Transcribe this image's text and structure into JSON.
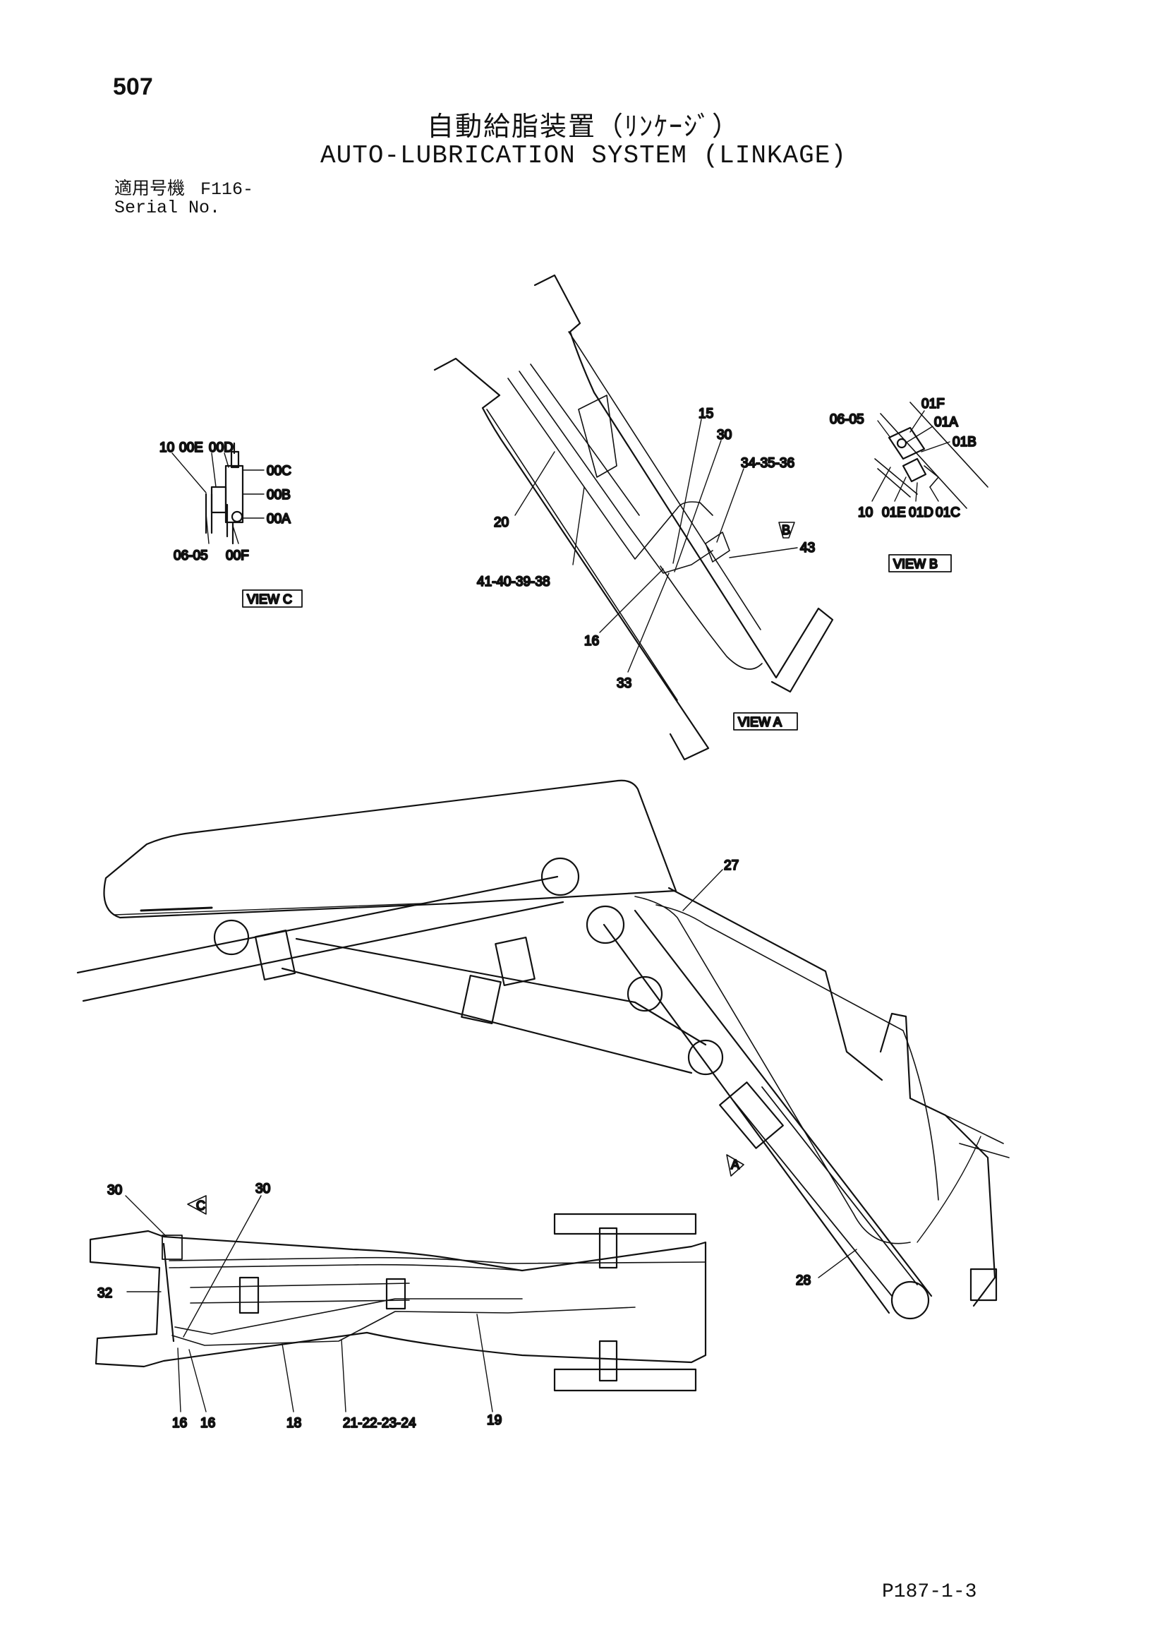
{
  "page_number": "507",
  "title_jp": "自動給脂装置（ﾘﾝｹｰｼﾞ）",
  "title_en": "AUTO-LUBRICATION SYSTEM (LINKAGE)",
  "serial": {
    "label_jp": "適用号機",
    "value": "F116-",
    "label_en": "Serial No."
  },
  "footer_code": "P187-1-3",
  "view_labels": {
    "view_a": "VIEW A",
    "view_b": "VIEW B",
    "view_c": "VIEW C",
    "marker_a": "A",
    "marker_b": "B",
    "marker_c": "C"
  },
  "callouts": {
    "view_c": [
      "10",
      "00E",
      "00D",
      "00C",
      "00B",
      "00A",
      "06-05",
      "00F"
    ],
    "view_a": [
      "15",
      "30",
      "34-35-36",
      "20",
      "41-40-39-38",
      "43",
      "16",
      "33"
    ],
    "view_b": [
      "06-05",
      "01F",
      "01A",
      "01B",
      "10",
      "01E",
      "01D",
      "01C"
    ],
    "side": [
      "27",
      "28"
    ],
    "plan": [
      "30",
      "30",
      "32",
      "16",
      "16",
      "18",
      "21-22-23-24",
      "19"
    ]
  }
}
